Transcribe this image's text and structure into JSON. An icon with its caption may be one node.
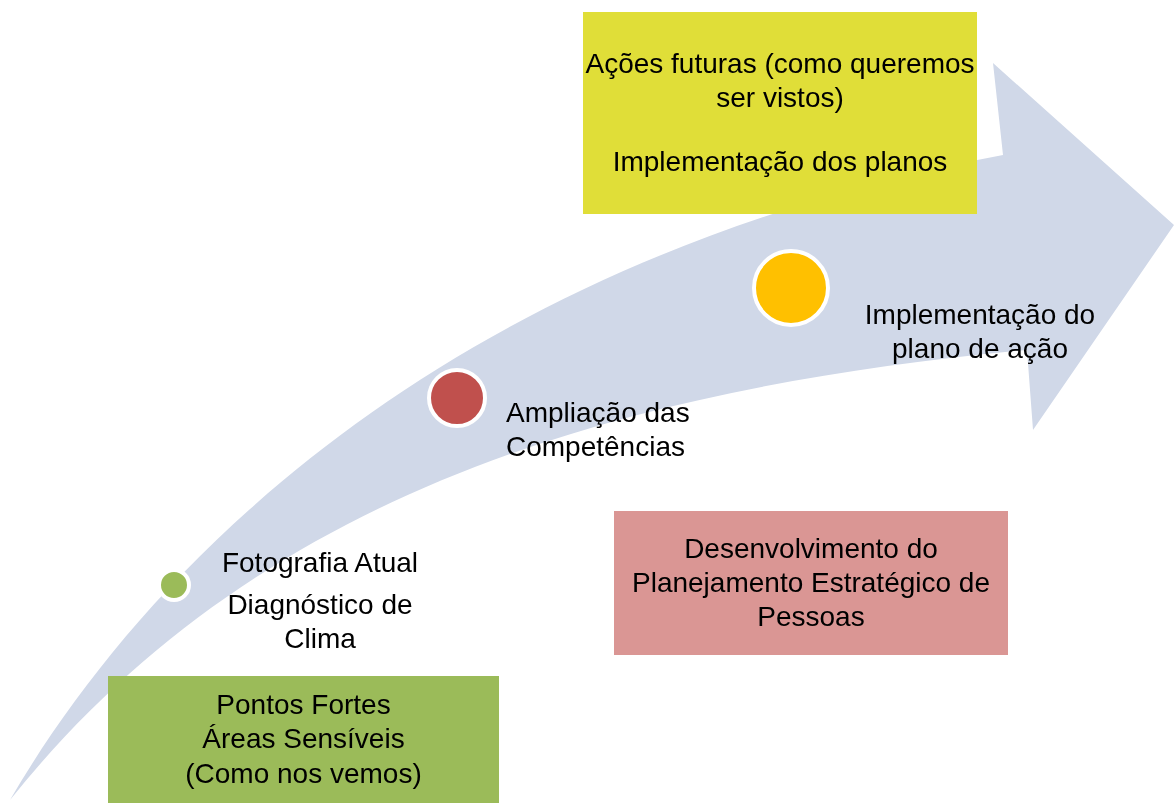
{
  "diagram": {
    "nodes": [
      {
        "text": [
          "Ações futuras (como queremos ser vistos)",
          "Implementação dos planos"
        ]
      },
      {
        "text": [],
        "shape": "circle",
        "beside": [
          "Implementação do plano de ação"
        ]
      },
      {
        "text": [],
        "shape": "circle",
        "beside": [
          "Ampliação das Competências"
        ]
      },
      {
        "text": [
          "Desenvolvimento do Planejamento Estratégico de Pessoas"
        ]
      },
      {
        "text": [],
        "shape": "circle",
        "beside": [
          "Fotografia Atual",
          "Diagnóstico de Clima"
        ]
      },
      {
        "text": [
          "Pontos Fortes",
          "Áreas Sensíveis",
          "(Como nos vemos)"
        ]
      }
    ]
  }
}
